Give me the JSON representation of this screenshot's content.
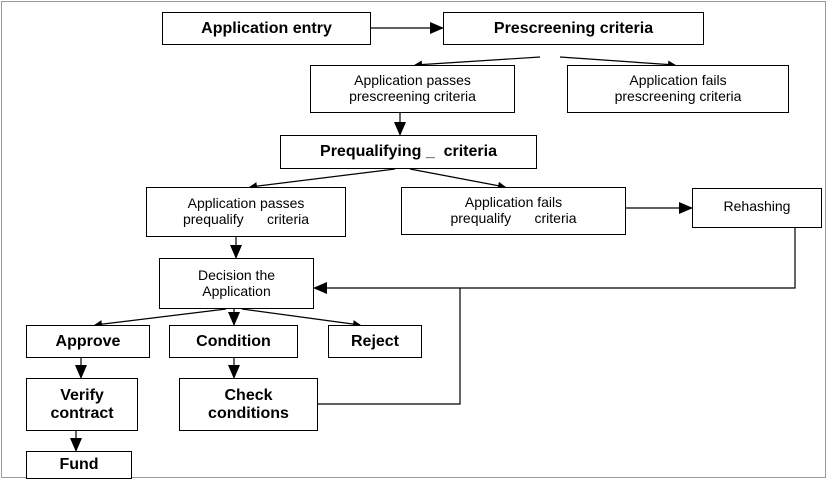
{
  "diagram": {
    "nodes": {
      "application_entry": [
        "Application entry"
      ],
      "prescreening_criteria": [
        "Prescreening criteria"
      ],
      "passes_prescreening": [
        "Application passes",
        "prescreening criteria"
      ],
      "fails_prescreening": [
        "Application fails",
        "prescreening criteria"
      ],
      "prequalifying_criteria": [
        "Prequalifying _  criteria"
      ],
      "passes_prequalify": [
        "Application passes",
        "prequalify      criteria"
      ],
      "fails_prequalify": [
        "Application fails",
        "prequalify      criteria"
      ],
      "rehashing": [
        "Rehashing"
      ],
      "decision": [
        "Decision the",
        "Application"
      ],
      "approve": [
        "Approve"
      ],
      "condition": [
        "Condition"
      ],
      "reject": [
        "Reject"
      ],
      "verify_contract": [
        "Verify",
        "contract"
      ],
      "check_conditions": [
        "Check",
        "conditions"
      ],
      "fund": [
        "Fund"
      ]
    },
    "edges": [
      {
        "from": "application_entry",
        "to": "prescreening_criteria"
      },
      {
        "from": "prescreening_criteria",
        "to": "passes_prescreening"
      },
      {
        "from": "prescreening_criteria",
        "to": "fails_prescreening"
      },
      {
        "from": "passes_prescreening",
        "to": "prequalifying_criteria"
      },
      {
        "from": "prequalifying_criteria",
        "to": "passes_prequalify"
      },
      {
        "from": "prequalifying_criteria",
        "to": "fails_prequalify"
      },
      {
        "from": "fails_prequalify",
        "to": "rehashing"
      },
      {
        "from": "passes_prequalify",
        "to": "decision"
      },
      {
        "from": "rehashing",
        "to": "decision"
      },
      {
        "from": "check_conditions",
        "to": "decision"
      },
      {
        "from": "decision",
        "to": "approve"
      },
      {
        "from": "decision",
        "to": "condition"
      },
      {
        "from": "decision",
        "to": "reject"
      },
      {
        "from": "approve",
        "to": "verify_contract"
      },
      {
        "from": "condition",
        "to": "check_conditions"
      },
      {
        "from": "verify_contract",
        "to": "fund"
      }
    ]
  }
}
